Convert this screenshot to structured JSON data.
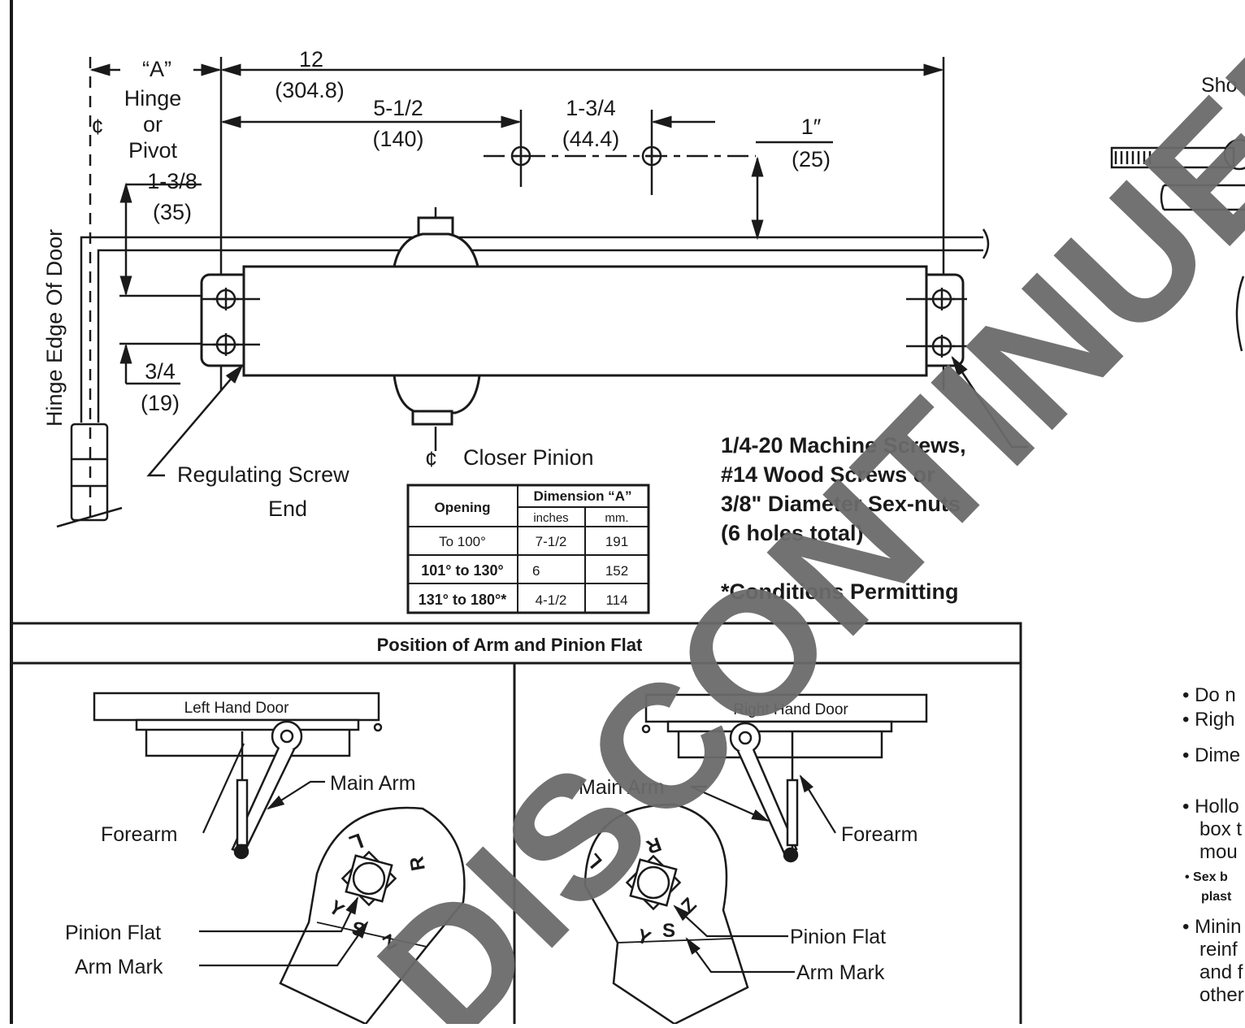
{
  "dimensions": {
    "dim_a": "“A”",
    "hinge_cl_symbol": "¢",
    "hinge_line1": "Hinge",
    "hinge_line2": "or",
    "hinge_line3": "Pivot",
    "overall_in": "12",
    "overall_mm": "(304.8)",
    "d1_in": "5-1/2",
    "d1_mm": "(140)",
    "d2_in": "1-3/4",
    "d2_mm": "(44.4)",
    "d3_in": "1″",
    "d3_mm": "(25)",
    "d4_in": "1-3/8",
    "d4_mm": "(35)",
    "d5_in": "3/4",
    "d5_mm": "(19)"
  },
  "labels": {
    "hinge_edge": "Hinge Edge Of Door",
    "regulating_line1": "Regulating Screw",
    "regulating_line2": "End",
    "closer_pinion": "Closer Pinion",
    "screws_line1": "1/4-20 Machine Screws,",
    "screws_line2": "#14 Wood Screws or",
    "screws_line3": "3/8\" Diameter Sex-nuts",
    "screws_line4": "(6 holes total)",
    "conditions": "*Conditions Permitting"
  },
  "table": {
    "col_opening": "Opening",
    "col_dimension": "Dimension “A”",
    "sub_inches": "inches",
    "sub_mm": "mm.",
    "rows": [
      {
        "opening": "To 100°",
        "inches": "7-1/2",
        "mm": "191"
      },
      {
        "opening": "101° to 130°",
        "inches": "6",
        "mm": "152"
      },
      {
        "opening": "131° to 180°*",
        "inches": "4-1/2",
        "mm": "114"
      }
    ]
  },
  "position_panel": {
    "title": "Position of Arm and Pinion Flat",
    "left": {
      "door": "Left Hand Door",
      "main_arm": "Main Arm",
      "forearm": "Forearm",
      "pinion_flat": "Pinion Flat",
      "arm_mark": "Arm Mark",
      "letters": [
        "L",
        "R",
        "Y",
        "S",
        "Z"
      ]
    },
    "right": {
      "door": "Right Hand Door",
      "main_arm": "Main Arm",
      "forearm": "Forearm",
      "pinion_flat": "Pinion Flat",
      "arm_mark": "Arm Mark",
      "letters": [
        "R",
        "L",
        "Z",
        "Y",
        "S"
      ]
    }
  },
  "right_column": {
    "top_label": "Sho",
    "notes": [
      "• Do n",
      "• Righ",
      "• Dime",
      "• Hollo",
      "box t",
      "mou",
      "• Sex b",
      "plast",
      "• Minin",
      "reinf",
      "and f",
      "other"
    ]
  },
  "watermark": "DISCONTINUED"
}
